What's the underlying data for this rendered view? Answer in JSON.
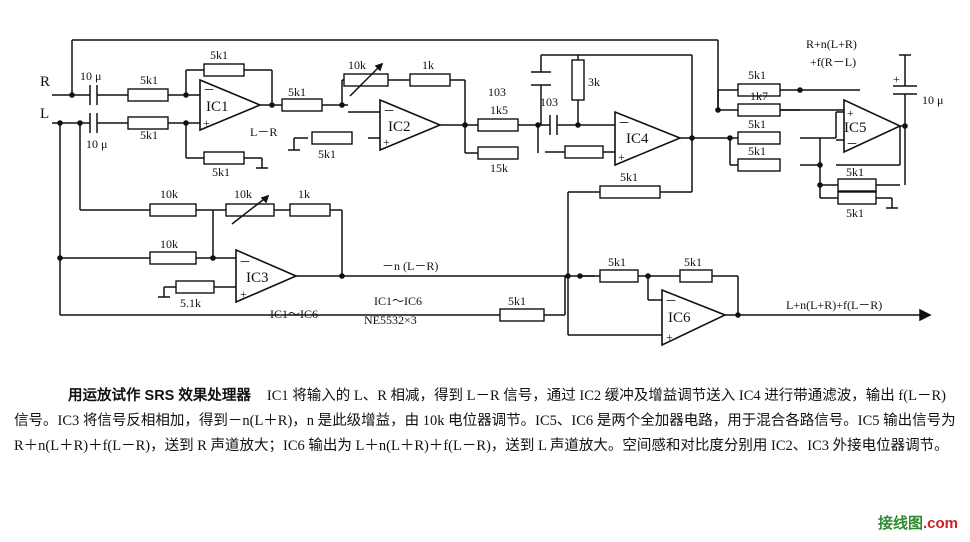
{
  "inputs": {
    "r": "R",
    "l": "L"
  },
  "chips": {
    "ic1": "IC1",
    "ic2": "IC2",
    "ic3": "IC3",
    "ic4": "IC4",
    "ic5": "IC5",
    "ic6": "IC6"
  },
  "components": {
    "c_in_r": "10 μ",
    "c_in_l": "10 μ",
    "r_in_r": "5k1",
    "r_in_l": "5k1",
    "r_fb1": "5k1",
    "r_ic1_gnd": "5k1",
    "r_ic1_out": "5k1",
    "pot_ic2": "10k",
    "r_ic2_fb": "1k",
    "r_ic2_gnd": "5k1",
    "c_103a": "103",
    "c_103b": "103",
    "r_1k5": "1k5",
    "r_15k": "15k",
    "r_3k": "3k",
    "r_ic5_a": "5k1",
    "r_1k7": "1k7",
    "r_ic5_b": "5k1",
    "r_ic5_c": "5k1",
    "r_ic5_d": "5k1",
    "r_ic5_e": "5k1",
    "c_out": "10 μ",
    "r_10k_a": "10k",
    "pot_ic3": "10k",
    "r_1k_ic3": "1k",
    "r_10k_b": "10k",
    "r_ic3_gnd": "5.1k",
    "r_ic4_fb": "5k1",
    "r_ic6_in": "5k1",
    "r_ic6_fb": "5k1",
    "r_ic6_bot": "5k1"
  },
  "labels": {
    "l_minus_r": "L－R",
    "neg_n": "－n (L－R)",
    "ic_range": "IC1～IC6",
    "ic_range2": "IC1～IC6",
    "chip_type": "NE5532×3",
    "out_r_line1": "R+n(L+R)",
    "out_r_line2": "+f(R－L)",
    "out_l": "L+n(L+R)+f(L－R)"
  },
  "caption": {
    "title": "用运放试作 SRS 效果处理器",
    "body": "IC1 将输入的 L、R 相减，得到 L－R 信号，通过 IC2 缓冲及增益调节送入 IC4 进行带通滤波，输出 f(L－R)信号。IC3 将信号反相相加，得到－n(L＋R)，n 是此级增益，由 10k 电位器调节。IC5、IC6 是两个全加器电路，用于混合各路信号。IC5 输出信号为 R＋n(L＋R)＋f(L－R)，送到 R 声道放大；IC6 输出为 L＋n(L＋R)＋f(L－R)，送到 L 声道放大。空间感和对比度分别用 IC2、IC3 外接电位器调节。"
  },
  "watermark": {
    "part_a": "接线图",
    "part_b": ".com"
  }
}
